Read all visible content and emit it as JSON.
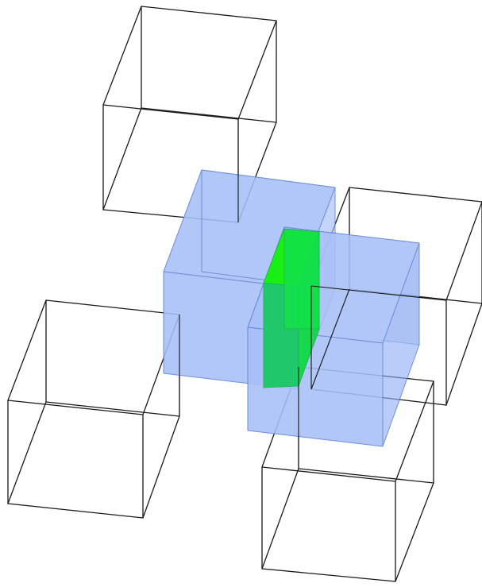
{
  "colors": {
    "outline": "#1a1a1a",
    "blue_fill": "#a7c0f7",
    "blue_fill_dark": "#8fadf2",
    "blue_stroke": "#5d7fd6",
    "green_side": "#22c46a",
    "green_front": "#16d84c",
    "green_top": "#1aef14"
  },
  "scene": {
    "wireframe_cubes": [
      "top-left",
      "top-right",
      "bottom-left",
      "bottom-right"
    ],
    "translucent_cubes": [
      "center-back",
      "center-front"
    ],
    "highlight_block": "overlap-prism"
  }
}
